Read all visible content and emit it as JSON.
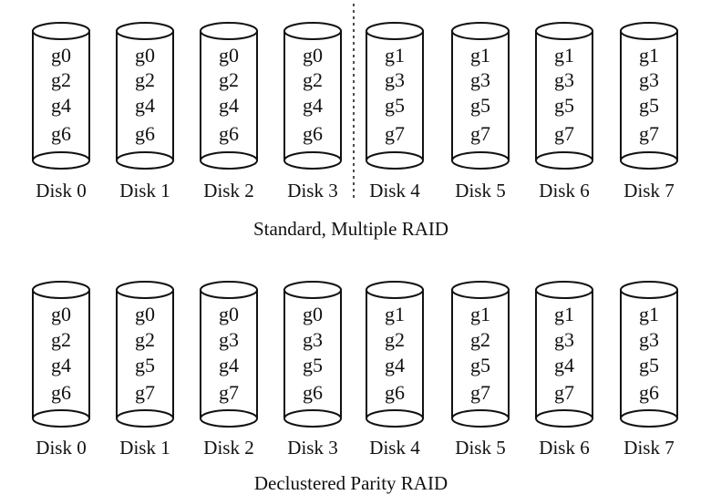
{
  "diagrams": [
    {
      "caption": "Standard, Multiple RAID",
      "divider_after_disk": 3,
      "disks": [
        {
          "label": "Disk 0",
          "groups": [
            "g0",
            "g2",
            "g4",
            "g6"
          ]
        },
        {
          "label": "Disk 1",
          "groups": [
            "g0",
            "g2",
            "g4",
            "g6"
          ]
        },
        {
          "label": "Disk 2",
          "groups": [
            "g0",
            "g2",
            "g4",
            "g6"
          ]
        },
        {
          "label": "Disk 3",
          "groups": [
            "g0",
            "g2",
            "g4",
            "g6"
          ]
        },
        {
          "label": "Disk 4",
          "groups": [
            "g1",
            "g3",
            "g5",
            "g7"
          ]
        },
        {
          "label": "Disk 5",
          "groups": [
            "g1",
            "g3",
            "g5",
            "g7"
          ]
        },
        {
          "label": "Disk 6",
          "groups": [
            "g1",
            "g3",
            "g5",
            "g7"
          ]
        },
        {
          "label": "Disk 7",
          "groups": [
            "g1",
            "g3",
            "g5",
            "g7"
          ]
        }
      ]
    },
    {
      "caption": "Declustered Parity RAID",
      "divider_after_disk": null,
      "disks": [
        {
          "label": "Disk 0",
          "groups": [
            "g0",
            "g2",
            "g4",
            "g6"
          ]
        },
        {
          "label": "Disk 1",
          "groups": [
            "g0",
            "g2",
            "g5",
            "g7"
          ]
        },
        {
          "label": "Disk 2",
          "groups": [
            "g0",
            "g3",
            "g4",
            "g7"
          ]
        },
        {
          "label": "Disk 3",
          "groups": [
            "g0",
            "g3",
            "g5",
            "g6"
          ]
        },
        {
          "label": "Disk 4",
          "groups": [
            "g1",
            "g2",
            "g4",
            "g6"
          ]
        },
        {
          "label": "Disk 5",
          "groups": [
            "g1",
            "g2",
            "g5",
            "g7"
          ]
        },
        {
          "label": "Disk 6",
          "groups": [
            "g1",
            "g3",
            "g4",
            "g7"
          ]
        },
        {
          "label": "Disk 7",
          "groups": [
            "g1",
            "g3",
            "g5",
            "g6"
          ]
        }
      ]
    }
  ]
}
